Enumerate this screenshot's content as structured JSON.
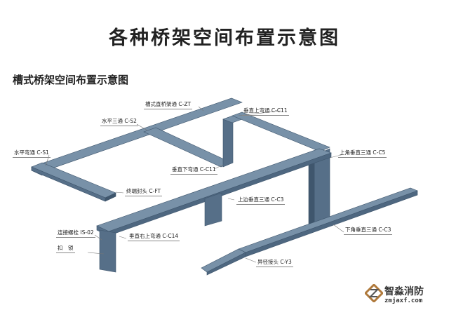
{
  "title": "各种桥架空间布置示意图",
  "subtitle": "槽式桥架空间布置示意图",
  "labels": {
    "czt": "槽式直桥架通 C-ZT",
    "cs2": "水平三通 C-S2",
    "cs1": "水平弯通 C-S1",
    "cc11_down": "垂直下弯通 C-C11",
    "cft": "终端封头 C-FT",
    "cc11_up": "垂直上弯通 C-C11",
    "cc5": "上角垂直三通 C-C5",
    "cc3_up": "上边垂直三通 C-C3",
    "is02": "连接螺栓 IS-02",
    "cc14": "垂直右上弯通 C-C14",
    "kousuo": "扣　锁",
    "cc3_down": "下角垂直三通 C-C3",
    "cy3": "异径接头 C-Y3"
  },
  "logo": {
    "name": "智淼消防",
    "url": "zmjaxf.com"
  },
  "colors": {
    "tray_top": "#7891a8",
    "tray_side": "#566f88",
    "tray_dark": "#3f566d"
  }
}
